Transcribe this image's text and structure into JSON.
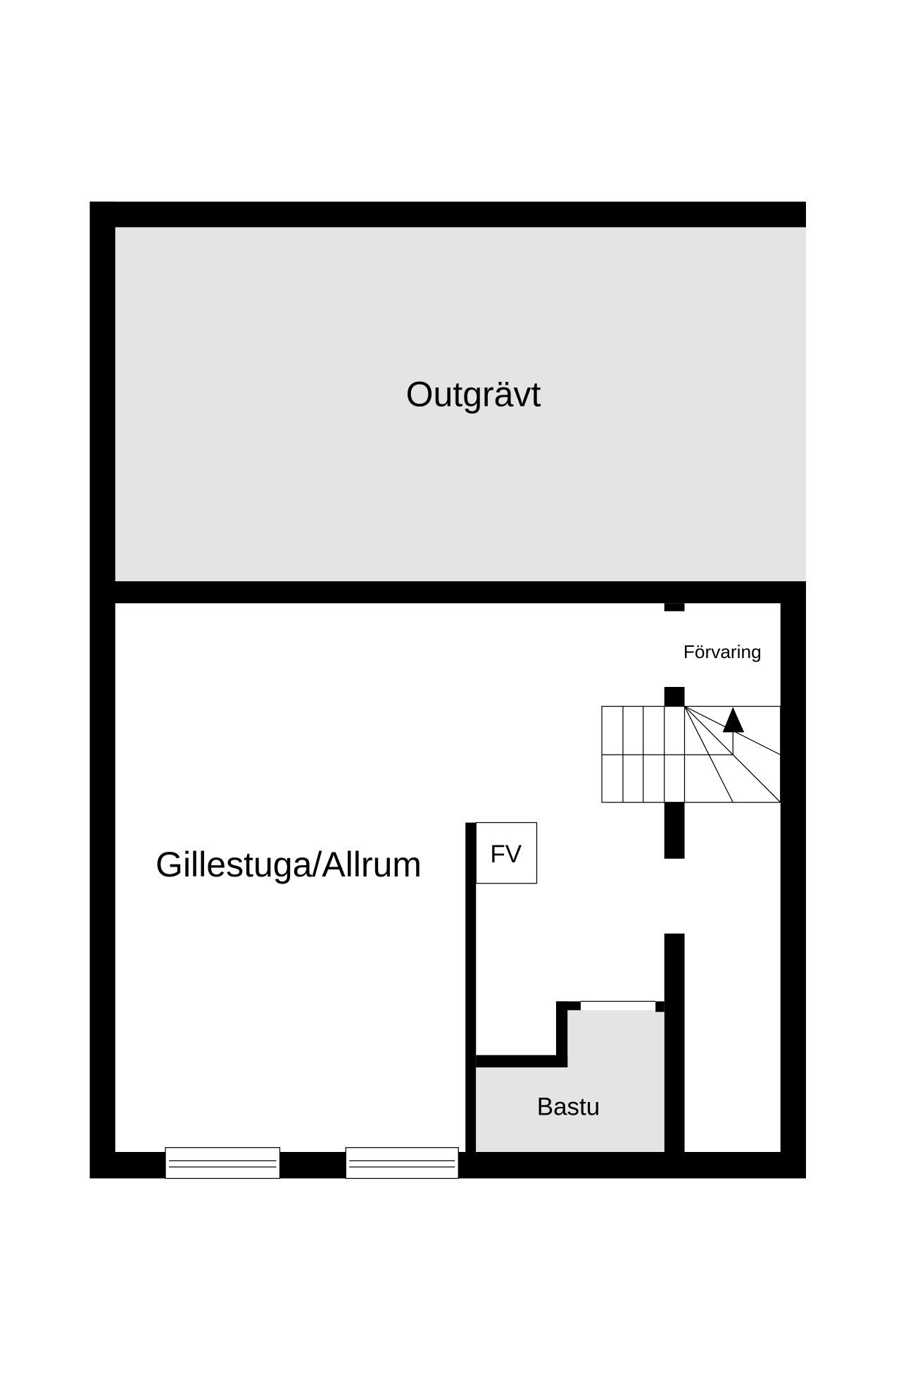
{
  "floorplan": {
    "rooms": {
      "unexcavated": "Outgrävt",
      "family_room": "Gillestuga/Allrum",
      "storage": "Förvaring",
      "utility": "FV",
      "sauna": "Bastu"
    },
    "colors": {
      "wall": "#000000",
      "unexcavated_fill": "#e4e4e4",
      "sauna_fill": "#e4e4e4",
      "floor": "#ffffff"
    }
  }
}
